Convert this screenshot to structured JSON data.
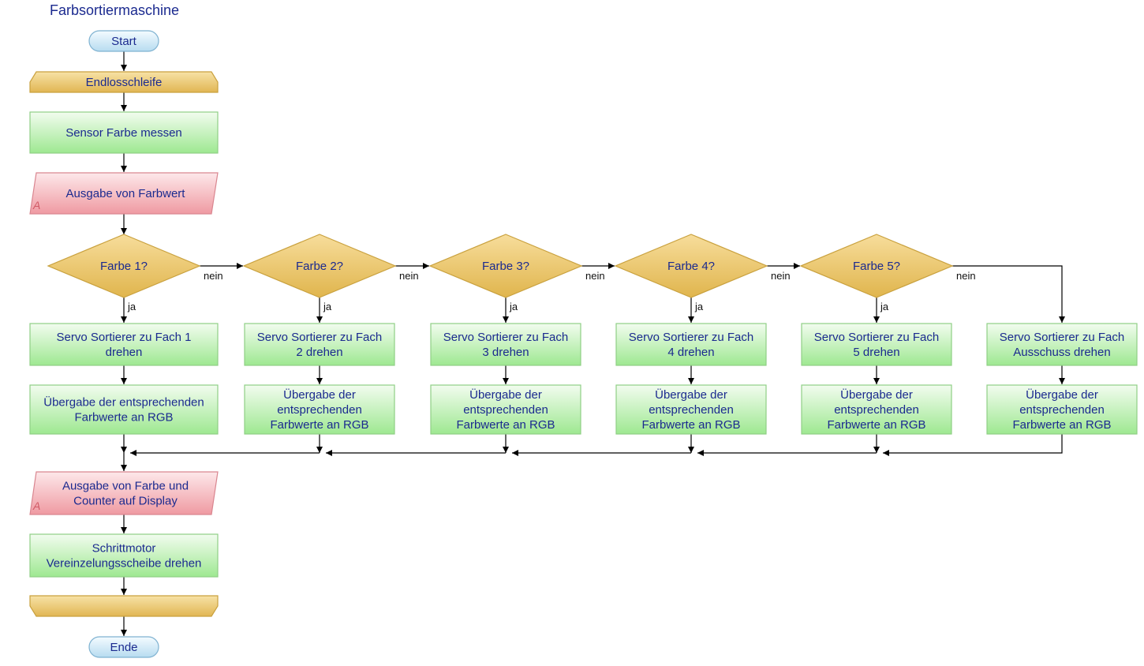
{
  "title": "Farbsortiermaschine",
  "nodes": {
    "start": "Start",
    "loop": "Endlosschleife",
    "measure": "Sensor Farbe messen",
    "output_value": "Ausgabe von Farbwert",
    "output_display": [
      "Ausgabe von Farbe und",
      "Counter auf Display"
    ],
    "stepper": [
      "Schrittmotor",
      "Vereinzelungsscheibe drehen"
    ],
    "loop_end": "",
    "end": "Ende",
    "io_marker": "A"
  },
  "edge_labels": {
    "no": "nein",
    "yes": "ja"
  },
  "branches": [
    {
      "decision": "Farbe 1?",
      "servo": [
        "Servo Sortierer zu Fach 1",
        "drehen"
      ],
      "transfer": [
        "Übergabe der entsprechenden",
        "Farbwerte an RGB"
      ]
    },
    {
      "decision": "Farbe 2?",
      "servo": [
        "Servo Sortierer zu Fach",
        "2 drehen"
      ],
      "transfer": [
        "Übergabe der",
        "entsprechenden",
        "Farbwerte an RGB"
      ]
    },
    {
      "decision": "Farbe 3?",
      "servo": [
        "Servo Sortierer zu Fach",
        "3 drehen"
      ],
      "transfer": [
        "Übergabe der",
        "entsprechenden",
        "Farbwerte an RGB"
      ]
    },
    {
      "decision": "Farbe 4?",
      "servo": [
        "Servo Sortierer zu Fach",
        "4 drehen"
      ],
      "transfer": [
        "Übergabe der",
        "entsprechenden",
        "Farbwerte an RGB"
      ]
    },
    {
      "decision": "Farbe 5?",
      "servo": [
        "Servo Sortierer zu Fach",
        "5 drehen"
      ],
      "transfer": [
        "Übergabe der",
        "entsprechenden",
        "Farbwerte an RGB"
      ]
    }
  ],
  "reject_branch": {
    "servo": [
      "Servo Sortierer zu Fach",
      "Ausschuss drehen"
    ],
    "transfer": [
      "Übergabe der",
      "entsprechenden",
      "Farbwerte an RGB"
    ]
  },
  "colors": {
    "text": "#1b2a8f",
    "process_fill_top": "#f2fcef",
    "process_fill_bottom": "#9ee891",
    "process_stroke": "#8fcf85",
    "decision_fill_top": "#f7dd9b",
    "decision_fill_bottom": "#e0b54d",
    "decision_stroke": "#c9a13e",
    "io_fill_top": "#fde8ea",
    "io_fill_bottom": "#ef9aa2",
    "io_stroke": "#d98690",
    "terminal_fill_top": "#f4fbff",
    "terminal_fill_bottom": "#b7dcf0",
    "terminal_stroke": "#7fb2d1",
    "line": "#000000"
  }
}
